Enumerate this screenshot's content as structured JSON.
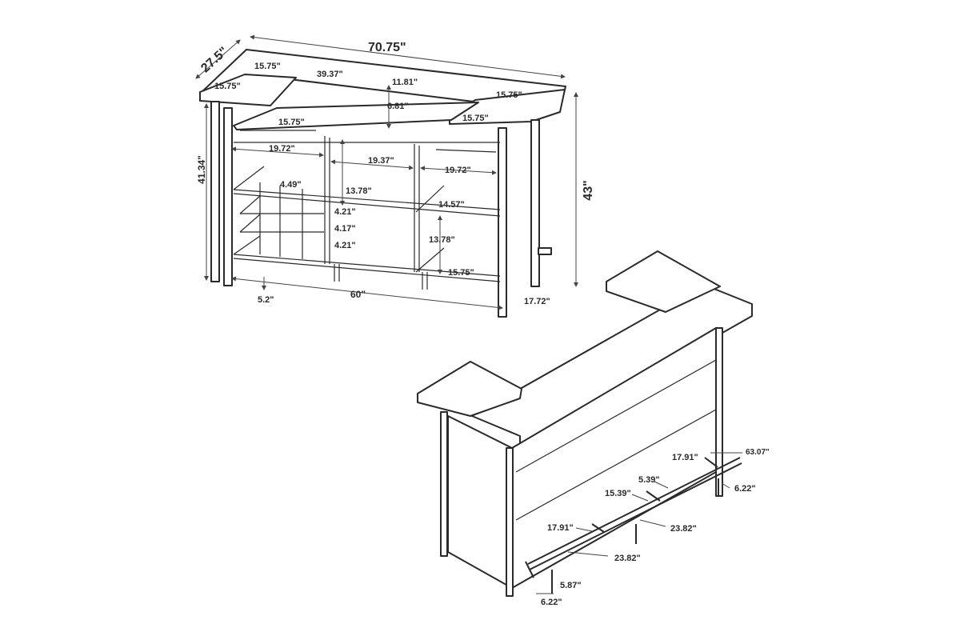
{
  "front_view": {
    "overall_width": "70.75\"",
    "depth": "27.5\"",
    "overall_height": "43\"",
    "side_height": "41.34\"",
    "top_left_width": "15.75\"",
    "top_left_depth": "15.75\"",
    "top_center_width": "39.37\"",
    "top_center_depth": "11.81\"",
    "top_right_width": "15.75\"",
    "top_right_depth": "15.75\"",
    "gap_height": "6.81\"",
    "glass_rack_depth": "15.75\"",
    "left_compartment_width": "19.72\"",
    "center_compartment_width": "19.37\"",
    "right_compartment_width": "19.72\"",
    "center_compartment_height": "13.78\"",
    "right_shelf_depth": "14.57\"",
    "right_lower_height": "13.78\"",
    "wine_cell_width": "4.49\"",
    "wine_cell_height_1": "4.21\"",
    "wine_cell_height_2": "4.17\"",
    "wine_cell_height_3": "4.21\"",
    "bottom_shelf_depth": "15.75\"",
    "base_length": "60\"",
    "leg_clearance": "5.2\"",
    "base_depth": "17.72\""
  },
  "perspective_view": {
    "rail_total": "63.07\"",
    "rail_seg_a": "17.91\"",
    "rail_seg_b": "5.39\"",
    "rail_seg_c": "15.39\"",
    "rail_seg_d": "23.82\"",
    "rail_seg_e": "17.91\"",
    "rail_seg_f": "23.82\"",
    "rail_height": "5.87\"",
    "leg_offset_left": "6.22\"",
    "leg_offset_right": "6.22\""
  }
}
